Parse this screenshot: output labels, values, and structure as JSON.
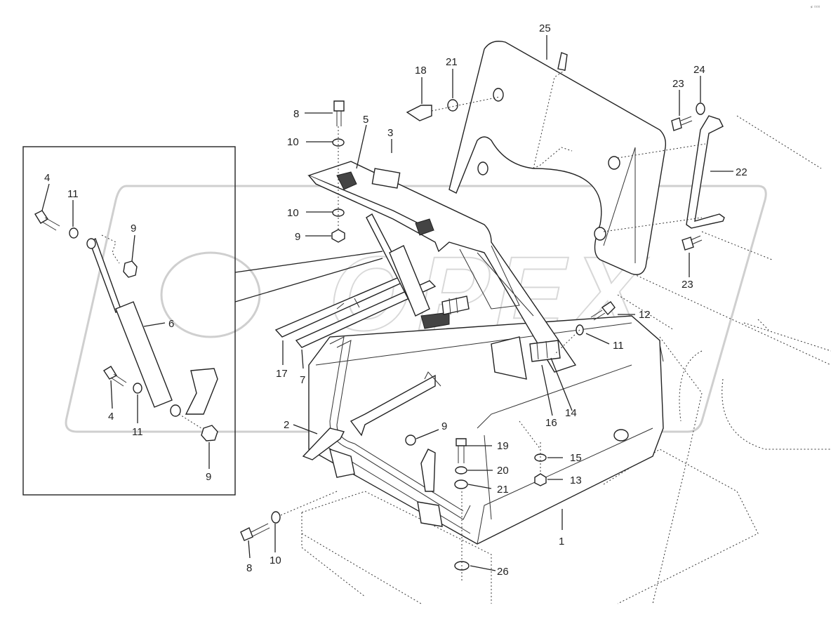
{
  "diagram": {
    "watermark": "OPEX",
    "corner_mark": "⸗ ▫▫▫",
    "callouts": [
      "1",
      "2",
      "3",
      "4",
      "4",
      "5",
      "6",
      "7",
      "8",
      "8",
      "9",
      "9",
      "9",
      "9",
      "10",
      "10",
      "10",
      "11",
      "11",
      "11",
      "12",
      "13",
      "14",
      "15",
      "16",
      "17",
      "18",
      "19",
      "20",
      "21",
      "21",
      "22",
      "23",
      "23",
      "24",
      "25",
      "26"
    ]
  }
}
